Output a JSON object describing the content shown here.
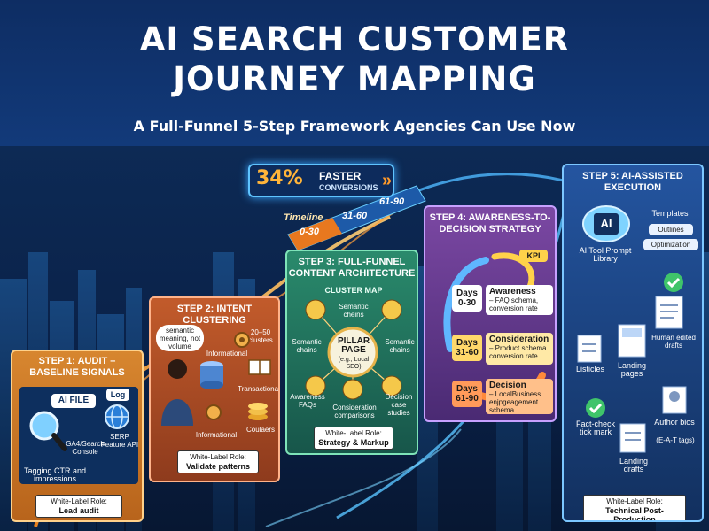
{
  "header": {
    "title_line1": "AI SEARCH CUSTOMER",
    "title_line2": "JOURNEY MAPPING",
    "subtitle": "A Full-Funnel 5-Step Framework Agencies Can Use Now"
  },
  "banner": {
    "stat": "34%",
    "line1": "FASTER",
    "line2": "CONVERSIONS",
    "chevron": "»"
  },
  "timeline": {
    "label": "Timeline",
    "segments": [
      "0-30",
      "31-60",
      "61-90"
    ]
  },
  "step1": {
    "title_line1": "STEP 1: AUDIT –",
    "title_line2": "BASELINE SIGNALS",
    "file_label": "AI FILE",
    "log_label": "Log",
    "console_label": "GA4/Search Console",
    "serp_label": "SERP Feature API",
    "note": "Tagging CTR and impressions",
    "role_title": "White-Label Role:",
    "role_value": "Lead audit"
  },
  "step2": {
    "title": "STEP 2: INTENT CLUSTERING",
    "bubble": "semantic meaning, not volume",
    "clusters": "20–50 clusters",
    "informational1": "Informational",
    "transactional": "Transactional",
    "informational2": "Informational",
    "coulaers": "Coulaers",
    "role_title": "White-Label Role:",
    "role_value": "Validate patterns"
  },
  "step3": {
    "title_line1": "STEP 3: FULL-FUNNEL",
    "title_line2": "CONTENT ARCHITECTURE",
    "cluster_map": "CLUSTER MAP",
    "pillar_line1": "PILLAR",
    "pillar_line2": "PAGE",
    "pillar_sub": "(e.g., Local SEO)",
    "semantic_top": "Semantic cheins",
    "semantic_left": "Semantic chains",
    "semantic_right": "Semantic chains",
    "awareness_faqs": "Awareness FAQs",
    "consideration": "Consideration comparisons",
    "decision": "Decision case studies",
    "role_title": "White-Label Role:",
    "role_value": "Strategy & Markup"
  },
  "step4": {
    "title_line1": "STEP 4: AWARENESS-TO-",
    "title_line2": "DECISION STRATEGY",
    "kpi": "KPI",
    "rows": [
      {
        "days": "Days 0-30",
        "stage": "Awareness",
        "detail": "– FAQ schema, conversion rate"
      },
      {
        "days": "Days 31-60",
        "stage": "Consideration",
        "detail": "– Product schema conversion rate"
      },
      {
        "days": "Days 61-90",
        "stage": "Decision",
        "detail": "– LocalBusiness enjpgeagement schema"
      }
    ]
  },
  "step5": {
    "title_line1": "STEP 5: AI-ASSISTED",
    "title_line2": "EXECUTION",
    "ai_label": "AI",
    "templates": "Templates",
    "outlines": "Outlines",
    "optimization": "Optimization",
    "library": "AI Tool Prompt Library",
    "human": "Human edited drafts",
    "listicles": "Listicles",
    "landing_pages": "Landing pages",
    "fact_check": "Fact-check tick mark",
    "author_bios": "Author bios",
    "eat": "(E-A-T tags)",
    "landing_drafts": "Landing drafts",
    "role_title": "White-Label Role:",
    "role_value": "Technical Post-Production"
  },
  "colors": {
    "header": "#0e2d63",
    "step1": "#c8731f",
    "step2": "#b5542a",
    "step3": "#1f6e5c",
    "step4": "#6a3a8c",
    "step5": "#1b3f7a",
    "accent_orange": "#ffb43a",
    "glow_blue": "#5fc4ff"
  }
}
